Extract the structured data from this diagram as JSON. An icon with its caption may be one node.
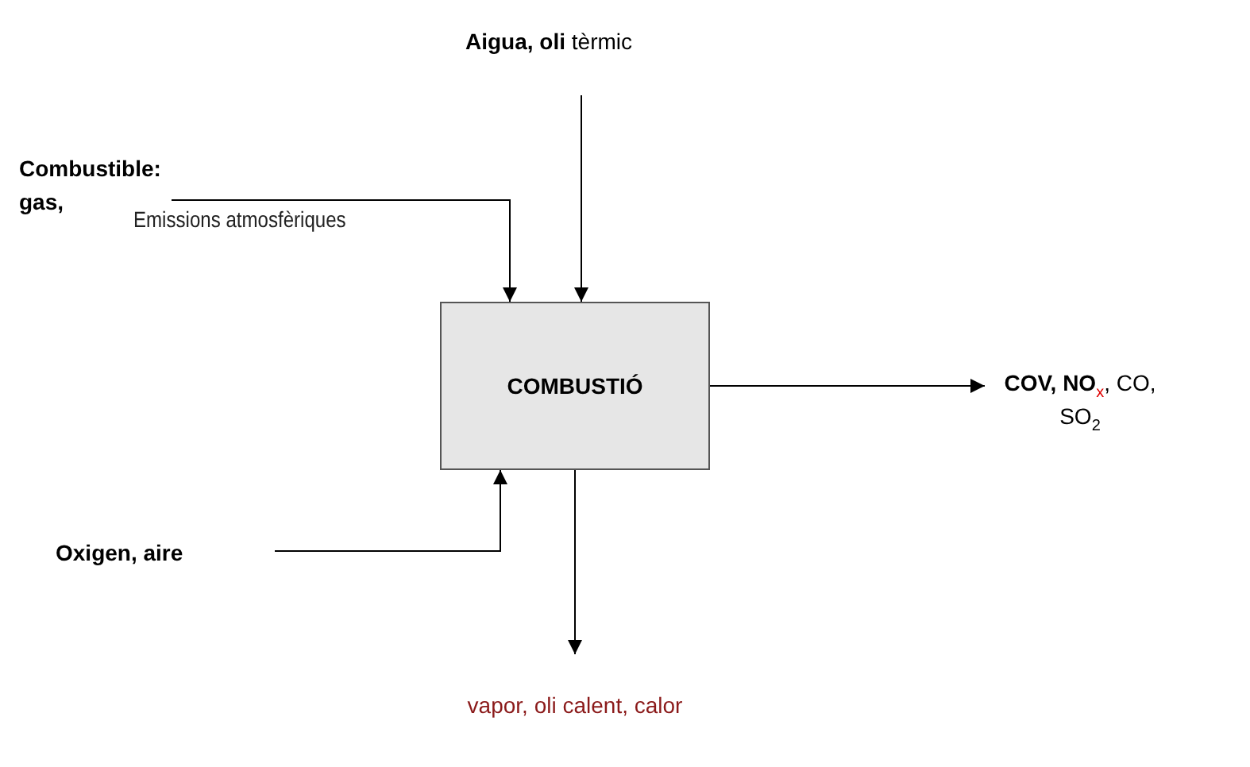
{
  "diagram": {
    "nodes": [
      {
        "text": [
          "COMBUSTIÓ"
        ]
      },
      {
        "text": [
          "Combustible: gas,"
        ]
      },
      {
        "text": [
          "**Aigua, oli** tèrmic"
        ]
      },
      {
        "text": [
          "Oxigen, aire"
        ]
      },
      {
        "text": [
          "**COV, NO**$_{x}$, CO, SO$_{2}$"
        ]
      },
      {
        "text": [
          "vapor, oli calent, calor"
        ]
      }
    ],
    "edges": [
      {
        "from": 1,
        "to": 0,
        "arrow": "to"
      },
      {
        "from": 2,
        "to": 0,
        "arrow": "to"
      },
      {
        "from": 3,
        "to": 0,
        "arrow": "to"
      },
      {
        "from": 0,
        "to": 4,
        "arrow": "to"
      },
      {
        "from": 0,
        "to": 5,
        "arrow": "to"
      }
    ],
    "labels": [
      "Emissions atmosfèriques"
    ]
  }
}
